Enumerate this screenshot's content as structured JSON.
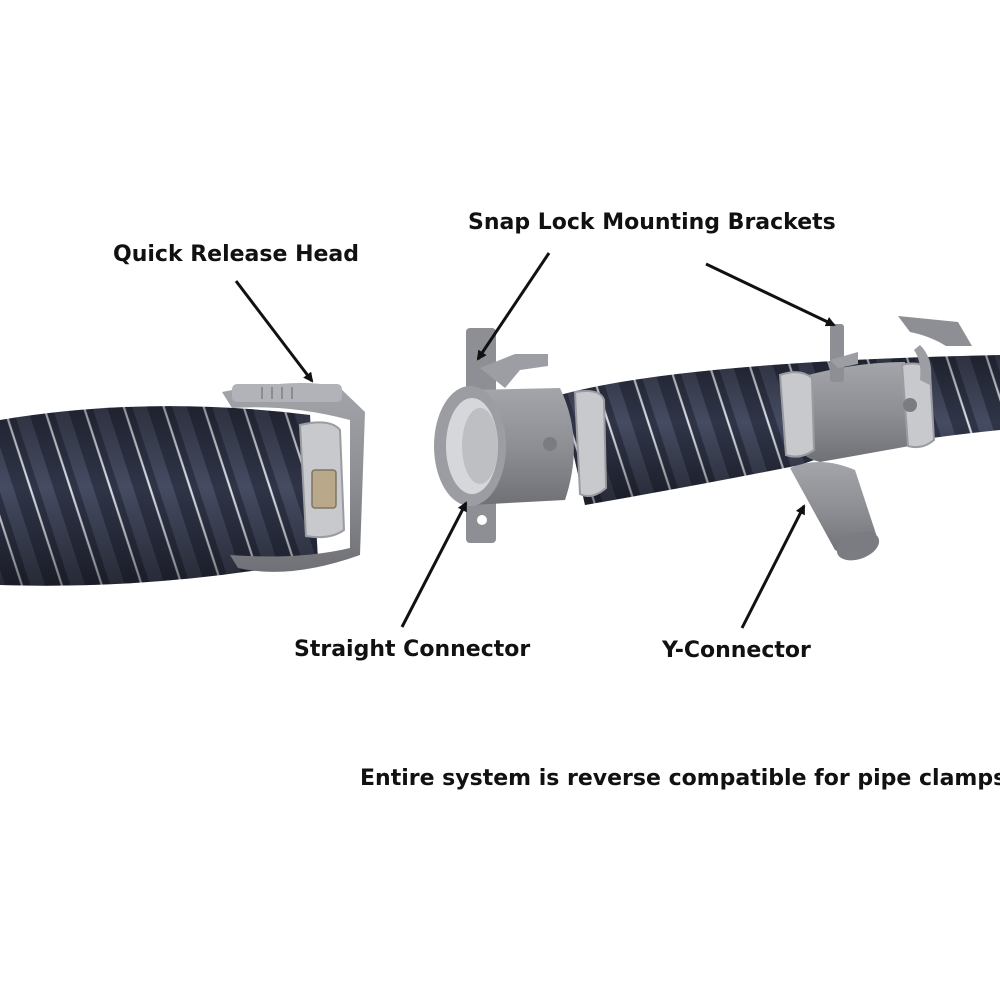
{
  "labels": {
    "quick_release_head": "Quick Release Head",
    "snap_lock_brackets": "Snap Lock Mounting Brackets",
    "straight_connector": "Straight Connector",
    "y_connector": "Y-Connector"
  },
  "note": "Entire system is reverse compatible for pipe clamps.",
  "colors": {
    "hose": "#2f3447",
    "hose_highlight": "#d8dce4",
    "fitting": "#8d8f94",
    "fitting_light": "#b1b3b8",
    "clamp": "#c7c9cc",
    "text": "#111111"
  }
}
